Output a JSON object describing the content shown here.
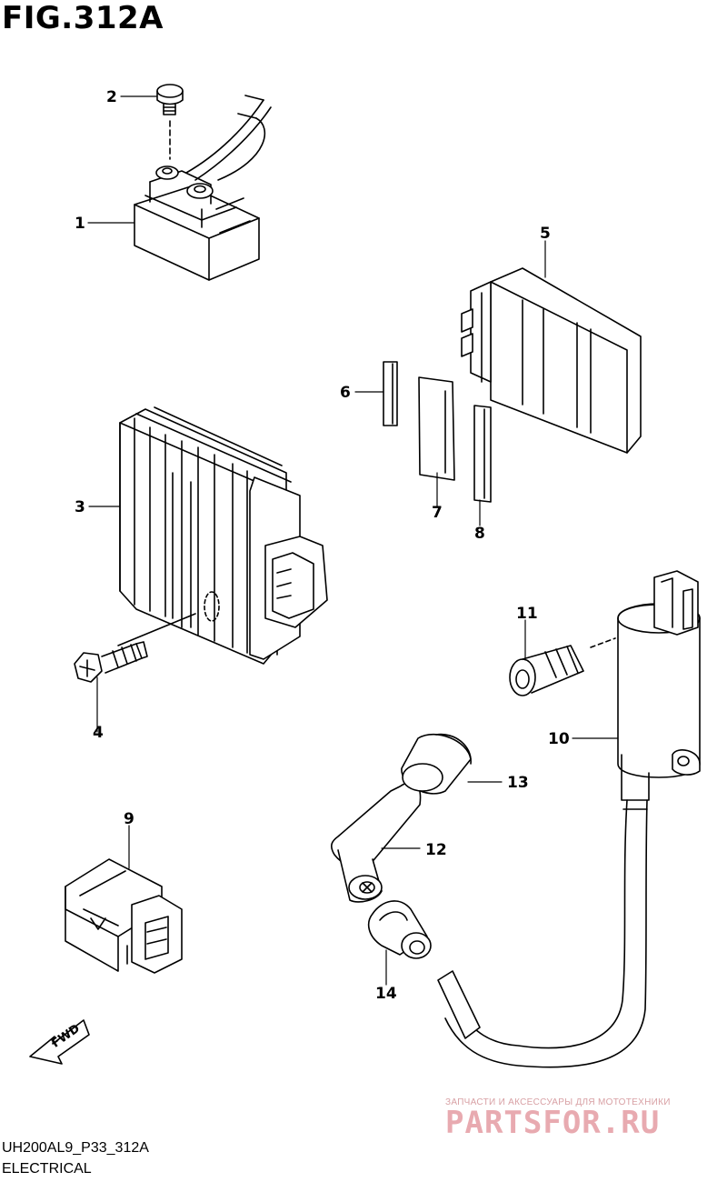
{
  "figure": {
    "title": "FIG.312A",
    "code": "UH200AL9_P33_312A",
    "section": "ELECTRICAL"
  },
  "callouts": [
    {
      "id": "1",
      "label": "1"
    },
    {
      "id": "2",
      "label": "2"
    },
    {
      "id": "3",
      "label": "3"
    },
    {
      "id": "4",
      "label": "4"
    },
    {
      "id": "5",
      "label": "5"
    },
    {
      "id": "6",
      "label": "6"
    },
    {
      "id": "7",
      "label": "7"
    },
    {
      "id": "8",
      "label": "8"
    },
    {
      "id": "9",
      "label": "9"
    },
    {
      "id": "10",
      "label": "10"
    },
    {
      "id": "11",
      "label": "11"
    },
    {
      "id": "12",
      "label": "12"
    },
    {
      "id": "13",
      "label": "13"
    },
    {
      "id": "14",
      "label": "14"
    }
  ],
  "direction_arrow": {
    "label": "FWD"
  },
  "watermark": {
    "subtitle": "ЗАПЧАСТИ И АКСЕССУАРЫ ДЛЯ МОТОТЕХНИКИ",
    "brand": "PARTSFOR.RU"
  }
}
